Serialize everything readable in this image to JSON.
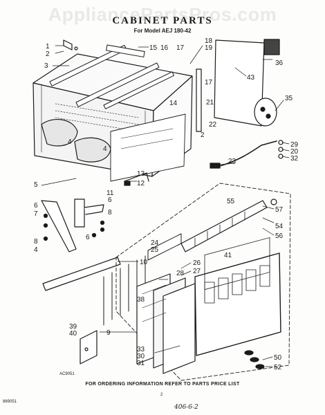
{
  "watermark": "AppliancePartsPros.com",
  "title": "CABINET PARTS",
  "model_line": "For Model AEJ 180-42",
  "footer": "FOR ORDERING INFORMATION REFER TO PARTS PRICE LIST",
  "figure_code": "AC9051",
  "catalog_code": "869051",
  "page_number": "2",
  "handwritten_note": "406-6-2",
  "callouts": {
    "c1": "1",
    "c2": "2",
    "c3": "3",
    "c15": "15",
    "c16": "16",
    "c17": "17",
    "c18": "18",
    "c19": "19",
    "c36": "36",
    "c43": "43",
    "c17b": "17",
    "c21": "21",
    "c22": "22",
    "c35": "35",
    "c14": "14",
    "c4a": "4",
    "c4b": "4",
    "c2b": "2",
    "c29": "29",
    "c20": "20",
    "c32": "32",
    "c23": "23",
    "c13": "13",
    "c12": "12",
    "c11": "11",
    "c5": "5",
    "c6a": "6",
    "c7": "7",
    "c6b": "6",
    "c8a": "8",
    "c8b": "8",
    "c6c": "6",
    "c4c": "4",
    "c55": "55",
    "c57": "57",
    "c54": "54",
    "c56": "56",
    "c24": "24",
    "c25": "25",
    "c10": "10",
    "c41": "41",
    "c26": "26",
    "c27": "27",
    "c28": "28",
    "c38": "38",
    "c39": "39",
    "c40": "40",
    "c9": "9",
    "c33": "33",
    "c30": "30",
    "c31": "31",
    "c50": "50",
    "c52": "52"
  }
}
